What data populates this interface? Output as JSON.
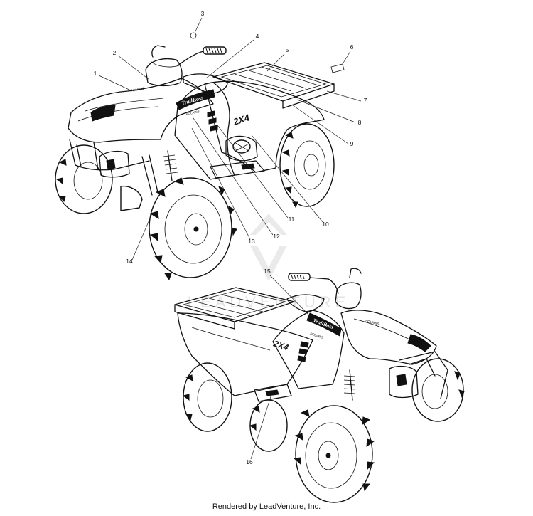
{
  "callouts": {
    "c1": "1",
    "c2": "2",
    "c3": "3",
    "c4": "4",
    "c5": "5",
    "c6": "6",
    "c7": "7",
    "c8": "8",
    "c9": "9",
    "c10": "10",
    "c11": "11",
    "c12": "12",
    "c13": "13",
    "c14": "14",
    "c15": "15",
    "c16": "16"
  },
  "decals": {
    "brand_text": "POLARIS",
    "model_text": "2X4",
    "trail_boss": "TrailBoss"
  },
  "watermark": "LEADVENTURE",
  "footer": "Rendered by LeadVenture, Inc."
}
